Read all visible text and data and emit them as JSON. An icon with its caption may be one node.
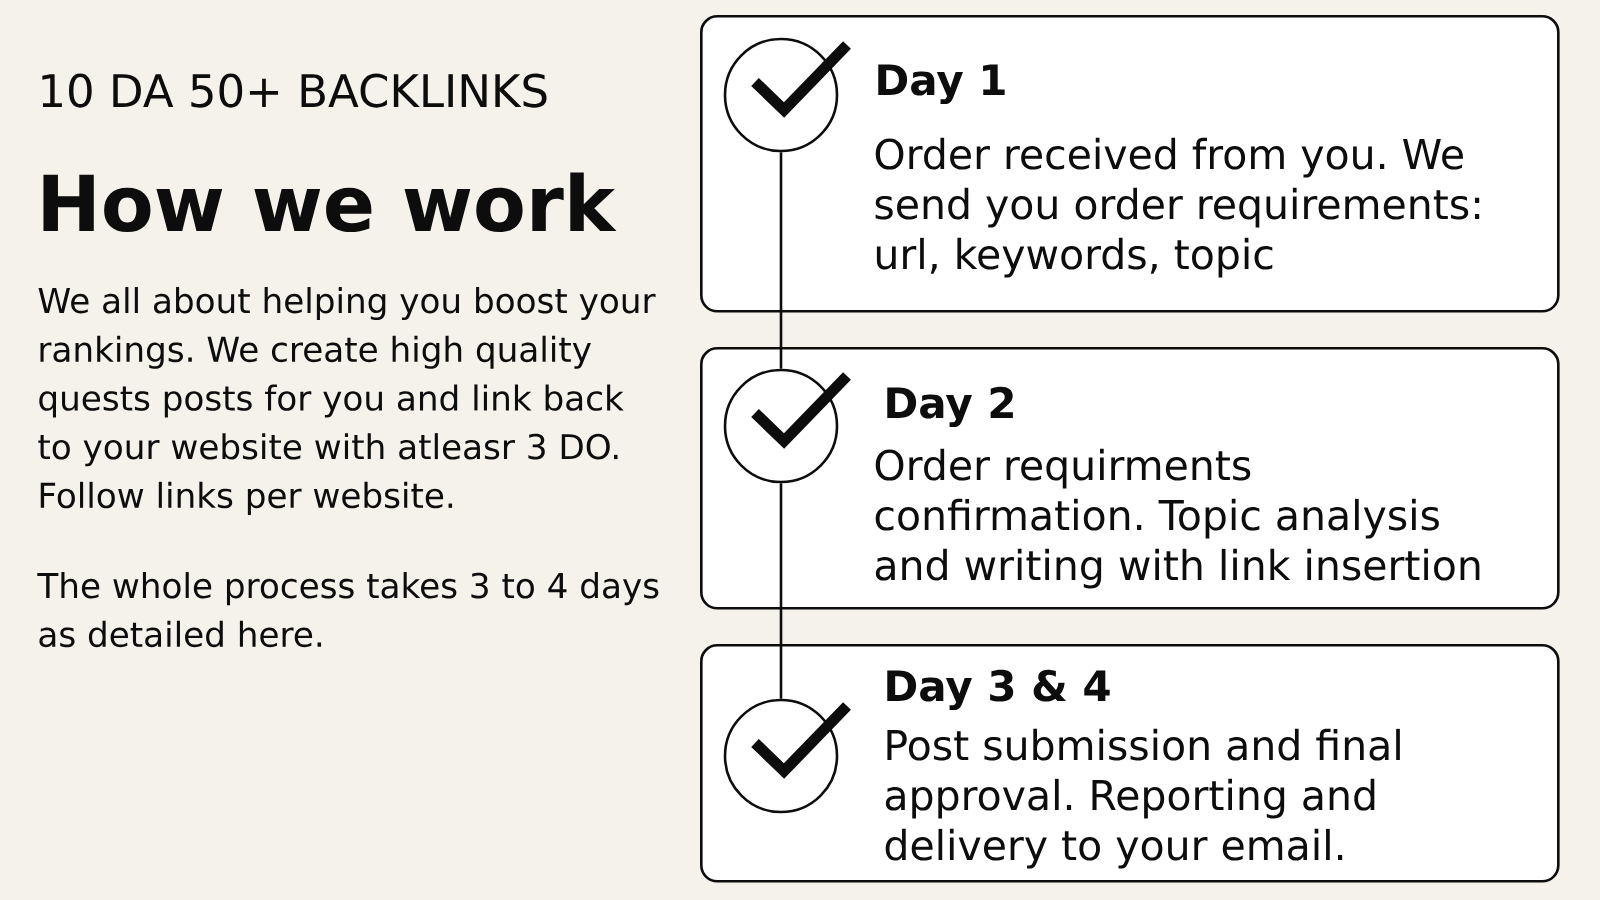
{
  "diagram": {
    "title": "How we work",
    "nodes": [
      {
        "text": [
          "Day 1",
          "Order received from you. We send you order requirements: url, keywords, topic"
        ]
      },
      {
        "text": [
          "Day 2",
          "Order requirments confirmation. Topic analysis and writing with link insertion"
        ]
      },
      {
        "text": [
          "Day 3 & 4",
          "Post submission and final approval. Reporting and delivery to your email."
        ]
      },
      {
        "text": [],
        "shape": "circle",
        "in": 0
      },
      {
        "text": [],
        "shape": "circle",
        "in": 1
      },
      {
        "text": [],
        "shape": "circle",
        "in": 2
      }
    ],
    "edges": [
      {
        "from": 3,
        "to": 4,
        "arrow": "none"
      },
      {
        "from": 4,
        "to": 5,
        "arrow": "none"
      }
    ],
    "labels": [
      "10 DA 50+ BACKLINKS",
      "We all about helping you boost your rankings. We create high quality quests posts for you and link back to your website with atleasr 3 DO. Follow links per website.",
      "The whole process takes 3 to 4 days as detailed here."
    ]
  }
}
